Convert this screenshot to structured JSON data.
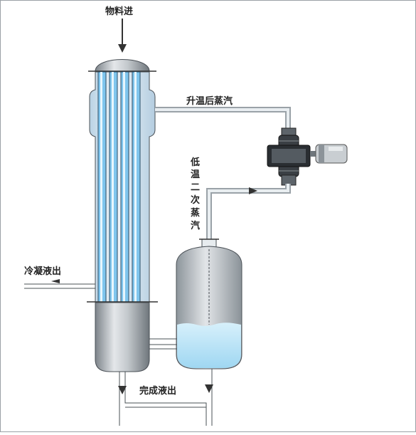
{
  "labels": {
    "feed_in": "物料进",
    "heated_vapor": "升温后蒸汽",
    "low_temp_vapor_chars": [
      "低",
      "温",
      "二",
      "次",
      "蒸",
      "汽"
    ],
    "condensate_out": "冷凝液出",
    "product_out": "完成液出"
  },
  "colors": {
    "shell_light": "#dde9f2",
    "tube_blue": "#7fc6ee",
    "liquid": "#bfe6f7",
    "steel": "#b9bec3",
    "steel_dark": "#7c8389",
    "border": "#9aa0a6"
  },
  "icons": {
    "compressor": "vapor-compressor-icon",
    "motor": "motor-icon"
  }
}
